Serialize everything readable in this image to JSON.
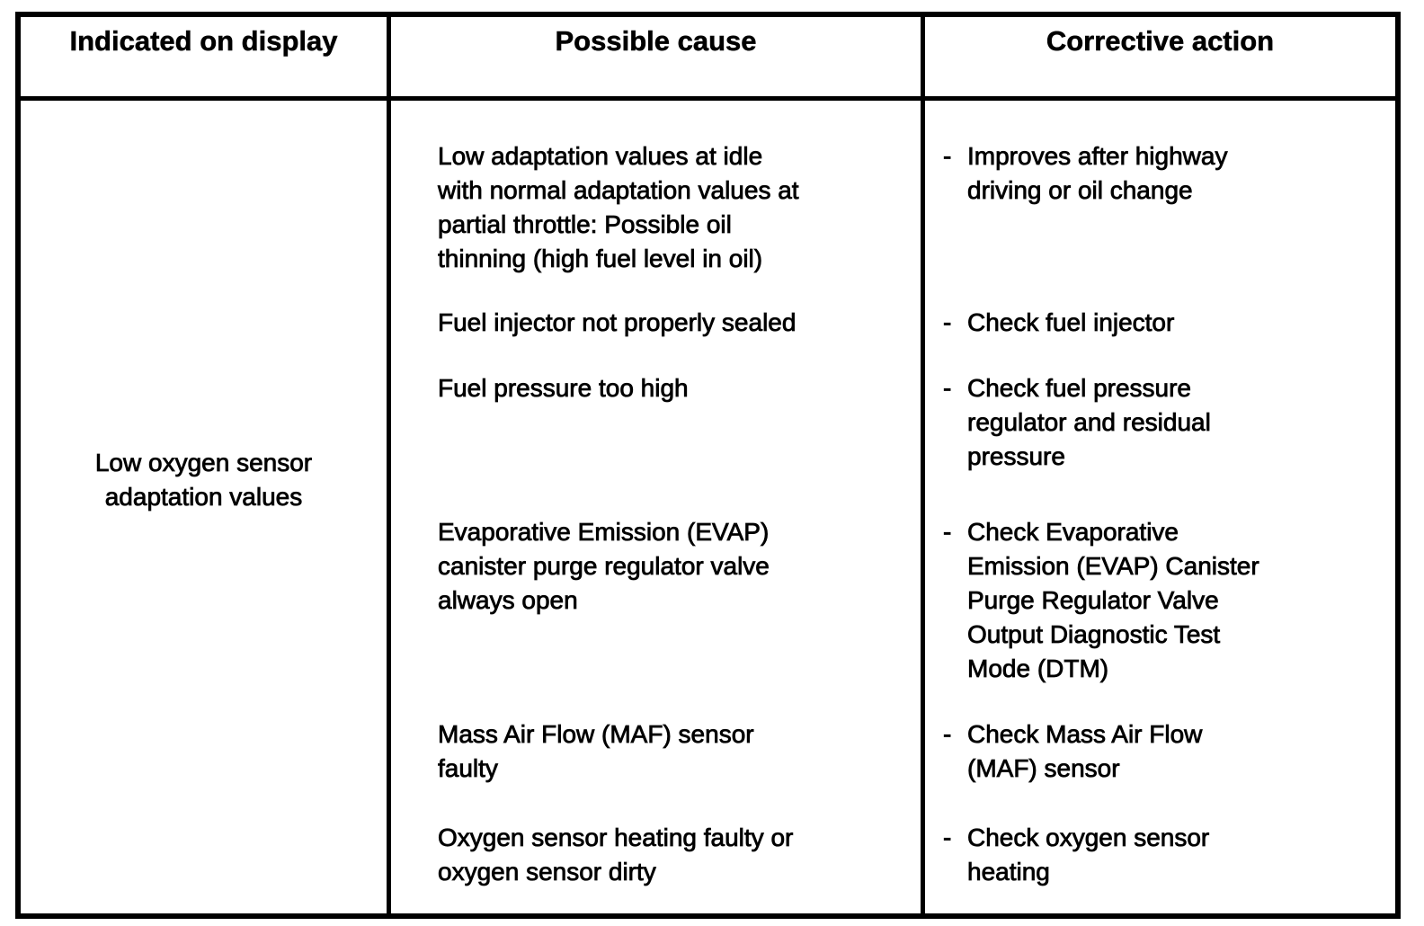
{
  "table": {
    "headers": [
      "Indicated on display",
      "Possible cause",
      "Corrective action"
    ],
    "indicated_on_display": "Low oxygen sensor\nadaptation values",
    "action_marker": "-",
    "rows": [
      {
        "cause": "Low adaptation values at idle\nwith normal adaptation values at\npartial throttle: Possible oil\nthinning (high fuel level in oil)",
        "action": "Improves after highway\ndriving or oil change"
      },
      {
        "cause": "Fuel injector not properly sealed",
        "action": "Check fuel injector"
      },
      {
        "cause": "Fuel pressure too high",
        "action": "Check fuel pressure\nregulator and residual\npressure"
      },
      {
        "cause": "Evaporative Emission (EVAP)\ncanister purge regulator valve\nalways open",
        "action": "Check Evaporative\nEmission (EVAP) Canister\nPurge Regulator Valve\nOutput Diagnostic Test\nMode (DTM)"
      },
      {
        "cause": "Mass Air Flow (MAF) sensor\nfaulty",
        "action": "Check Mass Air Flow\n(MAF) sensor"
      },
      {
        "cause": "Oxygen sensor heating faulty or\noxygen sensor dirty",
        "action": "Check oxygen sensor\nheating"
      }
    ],
    "colors": {
      "text": "#000000",
      "border": "#000000",
      "background": "#ffffff"
    }
  }
}
